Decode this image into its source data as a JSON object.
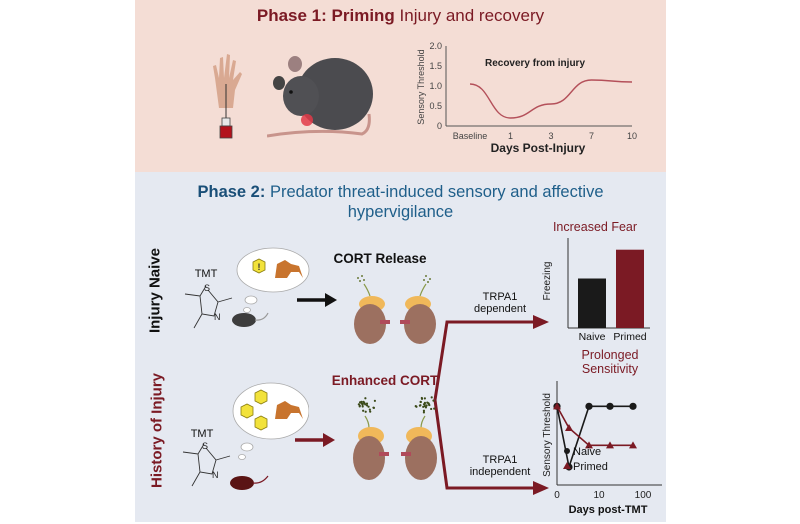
{
  "phase1": {
    "title_bold": "Phase 1: Priming",
    "title_rest": " Injury and recovery",
    "chart": {
      "title": "Recovery from injury",
      "ylabel": "Sensory Threshold",
      "xlabel": "Days Post-Injury",
      "yticks": [
        "0",
        "0.5",
        "1.0",
        "1.5",
        "2.0"
      ],
      "xticks": [
        "Baseline",
        "1",
        "3",
        "7",
        "10"
      ]
    }
  },
  "phase2": {
    "title_bold": "Phase 2:",
    "title_rest": " Predator threat-induced sensory and affective hypervigilance",
    "row_naive_label": "Injury Naive",
    "row_history_label": "History of Injury",
    "tmt_label_1": "TMT",
    "tmt_label_2": "TMT",
    "atom_s": "S",
    "atom_n": "N",
    "cort_release": "CORT Release",
    "enhanced_cort": "Enhanced CORT",
    "trpa1_dependent": [
      "TRPA1",
      "dependent"
    ],
    "trpa1_independent": [
      "TRPA1",
      "independent"
    ],
    "fear_title": "Increased Fear",
    "sensitivity_title": [
      "Prolonged",
      "Sensitivity"
    ]
  },
  "colors": {
    "maroon": "#7b1a24",
    "blue": "#1f5f8a",
    "phase1_bg": "#f4ddd5",
    "phase2_bg": "#e5e9f1",
    "naive": "#1a1a1a",
    "primed": "#7b1a24"
  },
  "chart_data": [
    {
      "type": "line",
      "title": "Recovery from injury",
      "xlabel": "Days Post-Injury",
      "ylabel": "Sensory Threshold",
      "categories": [
        "Baseline",
        "1",
        "3",
        "7",
        "10"
      ],
      "x": [
        0,
        1,
        2,
        3,
        4
      ],
      "series": [
        {
          "name": "Recovery",
          "values": [
            1.05,
            0.2,
            0.55,
            1.15,
            1.1
          ]
        }
      ],
      "ylim": [
        0,
        2.0
      ],
      "grid": false
    },
    {
      "type": "bar",
      "title": "Increased Fear",
      "ylabel": "Freezing",
      "categories": [
        "Naive",
        "Primed"
      ],
      "values": [
        0.55,
        0.87
      ],
      "ylim": [
        0,
        1
      ],
      "colors": [
        "#1a1a1a",
        "#7b1a24"
      ]
    },
    {
      "type": "line",
      "title": "Prolonged Sensitivity",
      "xlabel": "Days post-TMT",
      "ylabel": "Sensory Threshold",
      "xticks": [
        "0",
        "10",
        "100"
      ],
      "x": [
        0,
        1,
        2,
        3,
        4
      ],
      "series": [
        {
          "name": "Naive",
          "marker": "circle",
          "values": [
            1.0,
            0.3,
            1.0,
            1.0,
            1.0
          ]
        },
        {
          "name": "Primed",
          "marker": "triangle",
          "values": [
            1.0,
            0.75,
            0.55,
            0.55,
            0.55
          ]
        }
      ],
      "ylim": [
        0,
        1.2
      ],
      "legend": "bottom-left"
    }
  ]
}
